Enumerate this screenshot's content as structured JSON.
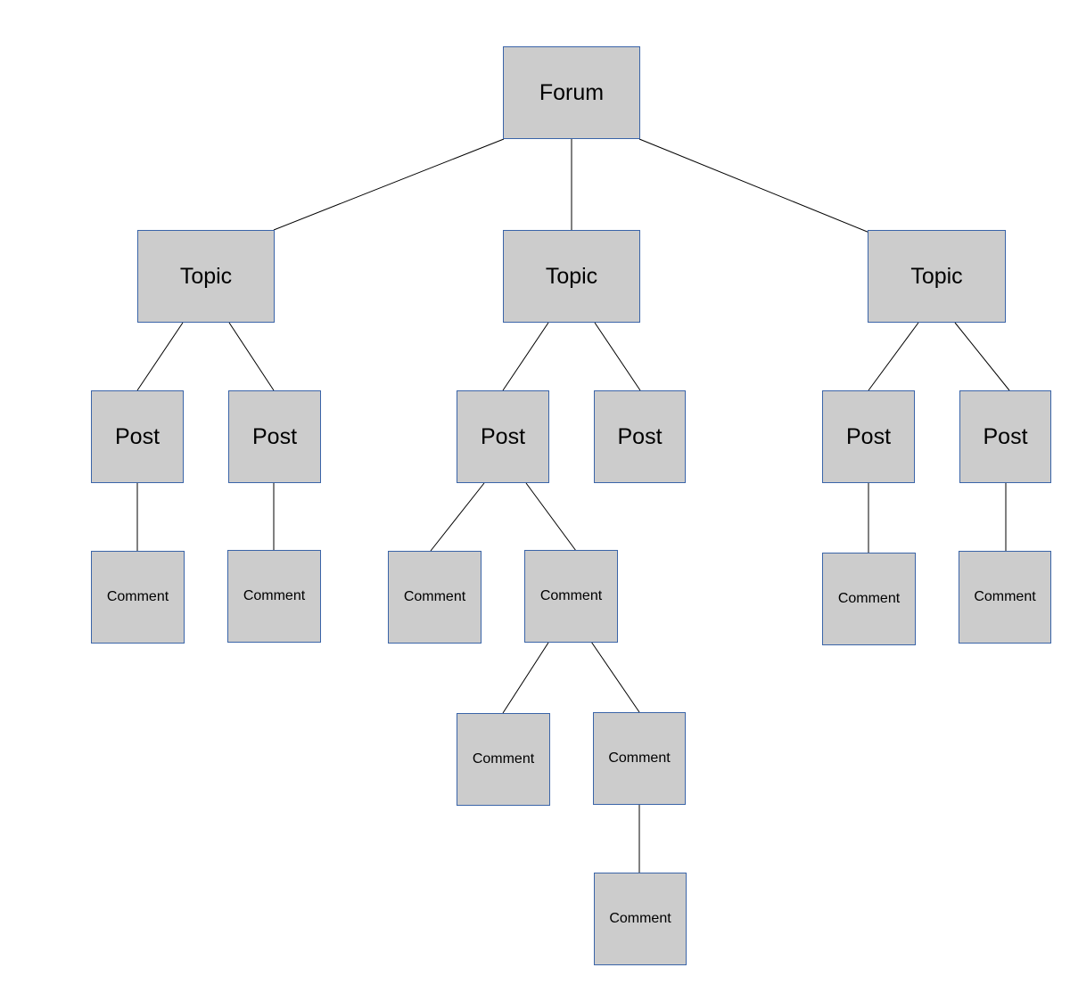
{
  "colors": {
    "node_fill": "#cccccc",
    "node_border": "#3a64a8",
    "connector": "#000000",
    "background": "#ffffff"
  },
  "nodes": {
    "forum": "Forum",
    "topic_1": "Topic",
    "topic_2": "Topic",
    "topic_3": "Topic",
    "post_1a": "Post",
    "post_1b": "Post",
    "post_2a": "Post",
    "post_2b": "Post",
    "post_3a": "Post",
    "post_3b": "Post",
    "comment_1a": "Comment",
    "comment_1b": "Comment",
    "comment_2a1": "Comment",
    "comment_2a2": "Comment",
    "comment_2a2a": "Comment",
    "comment_2a2b": "Comment",
    "comment_2a2b1": "Comment",
    "comment_3a": "Comment",
    "comment_3b": "Comment"
  },
  "edges": [
    [
      "forum",
      "topic_1"
    ],
    [
      "forum",
      "topic_2"
    ],
    [
      "forum",
      "topic_3"
    ],
    [
      "topic_1",
      "post_1a"
    ],
    [
      "topic_1",
      "post_1b"
    ],
    [
      "topic_2",
      "post_2a"
    ],
    [
      "topic_2",
      "post_2b"
    ],
    [
      "topic_3",
      "post_3a"
    ],
    [
      "topic_3",
      "post_3b"
    ],
    [
      "post_1a",
      "comment_1a"
    ],
    [
      "post_1b",
      "comment_1b"
    ],
    [
      "post_2a",
      "comment_2a1"
    ],
    [
      "post_2a",
      "comment_2a2"
    ],
    [
      "comment_2a2",
      "comment_2a2a"
    ],
    [
      "comment_2a2",
      "comment_2a2b"
    ],
    [
      "comment_2a2b",
      "comment_2a2b1"
    ],
    [
      "post_3a",
      "comment_3a"
    ],
    [
      "post_3b",
      "comment_3b"
    ]
  ]
}
